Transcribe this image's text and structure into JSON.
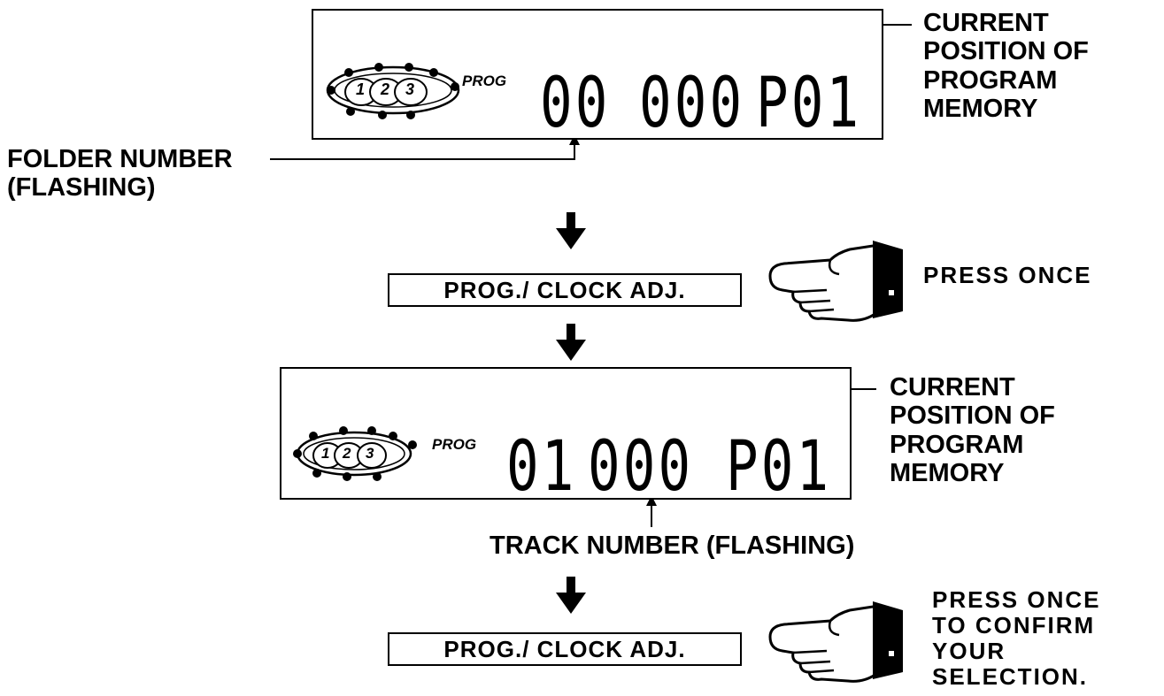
{
  "display1": {
    "prog": "PROG",
    "folder_digits": "00",
    "track_digits": "000",
    "position_digits": "P01",
    "disc_labels": [
      "1",
      "2",
      "3"
    ]
  },
  "display2": {
    "prog": "PROG",
    "folder_digits": "01",
    "track_digits": "000",
    "position_digits": "P01",
    "disc_labels": [
      "1",
      "2",
      "3"
    ]
  },
  "labels": {
    "current_position_1": [
      "CURRENT",
      "POSITION OF",
      "PROGRAM",
      "MEMORY"
    ],
    "folder_number": [
      "FOLDER NUMBER",
      "(FLASHING)"
    ],
    "press_once": "PRESS ONCE",
    "current_position_2": [
      "CURRENT",
      "POSITION OF",
      "PROGRAM",
      "MEMORY"
    ],
    "track_number": "TRACK NUMBER (FLASHING)",
    "press_once_confirm": [
      "PRESS ONCE",
      "TO CONFIRM",
      "YOUR",
      "SELECTION."
    ]
  },
  "buttons": {
    "prog_clock_1": "PROG./ CLOCK ADJ.",
    "prog_clock_2": "PROG./ CLOCK ADJ."
  },
  "icons": [
    "disc-changer-icon",
    "pointing-hand-icon",
    "down-arrow-icon"
  ]
}
